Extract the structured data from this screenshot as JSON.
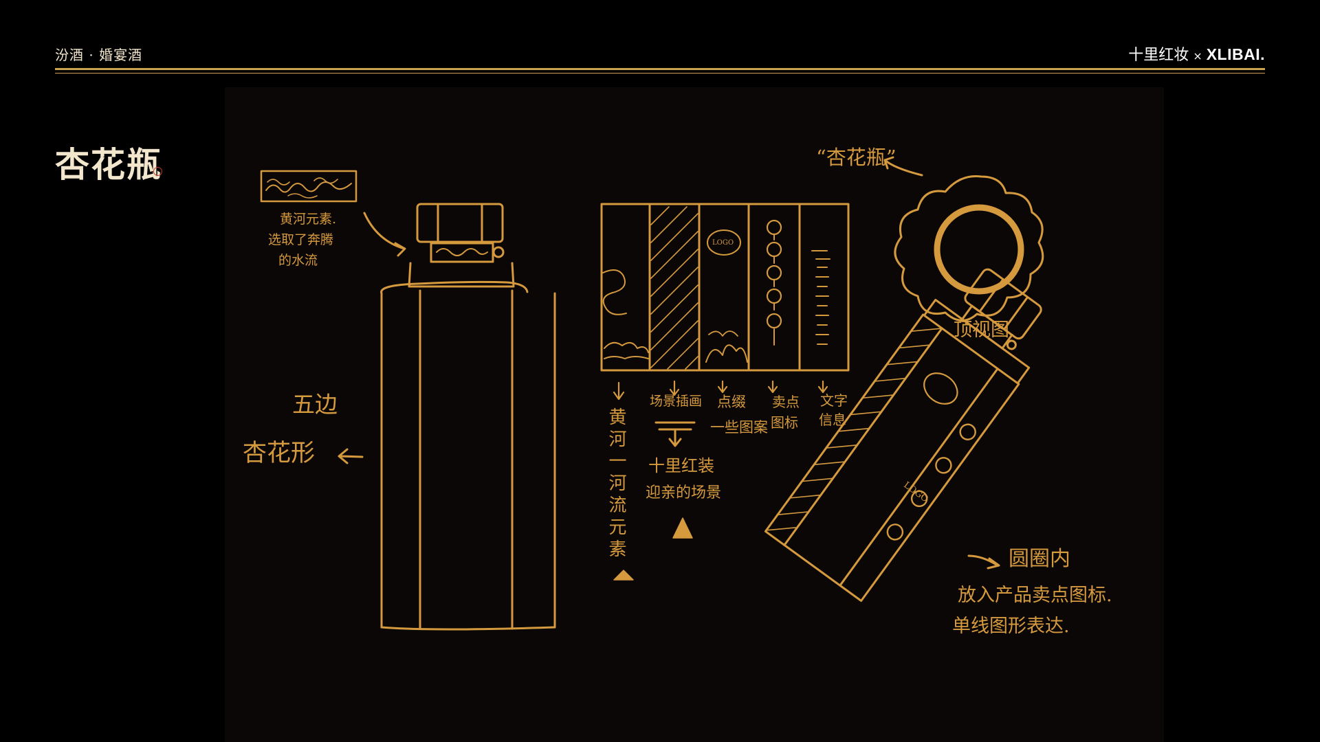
{
  "header": {
    "product": "汾酒 · 婚宴酒",
    "brand_cn": "十里红妆",
    "times": "×",
    "brand_en": "XLIBAI."
  },
  "page_title": "杏花瓶",
  "annotations": {
    "yellow_river": [
      "黄河元素.",
      "选取了奔腾",
      "的水流"
    ],
    "pentagon": [
      "五边",
      "杏花形"
    ],
    "xinghua_bottle": "“杏花瓶”",
    "top_view": "顶视图.",
    "logo": "LOGO",
    "label_columns": {
      "col1": "黄河一河流元素",
      "col2": "场景插画",
      "col2_sub": [
        "十里红装",
        "迎亲的场景"
      ],
      "col3": [
        "点缀",
        "一些图案"
      ],
      "col4": [
        "卖点",
        "图标"
      ],
      "col5": [
        "文字",
        "信息"
      ]
    },
    "circles_note": [
      "圆圈内",
      "放入产品卖点图标.",
      "单线图形表达."
    ]
  },
  "colors": {
    "background": "#000000",
    "canvas": "#0b0707",
    "sketch_gold": "#d59a3e",
    "header_rule": "#c8a24f",
    "title_text": "#f2e6cc",
    "seal_red": "#c0392b"
  }
}
